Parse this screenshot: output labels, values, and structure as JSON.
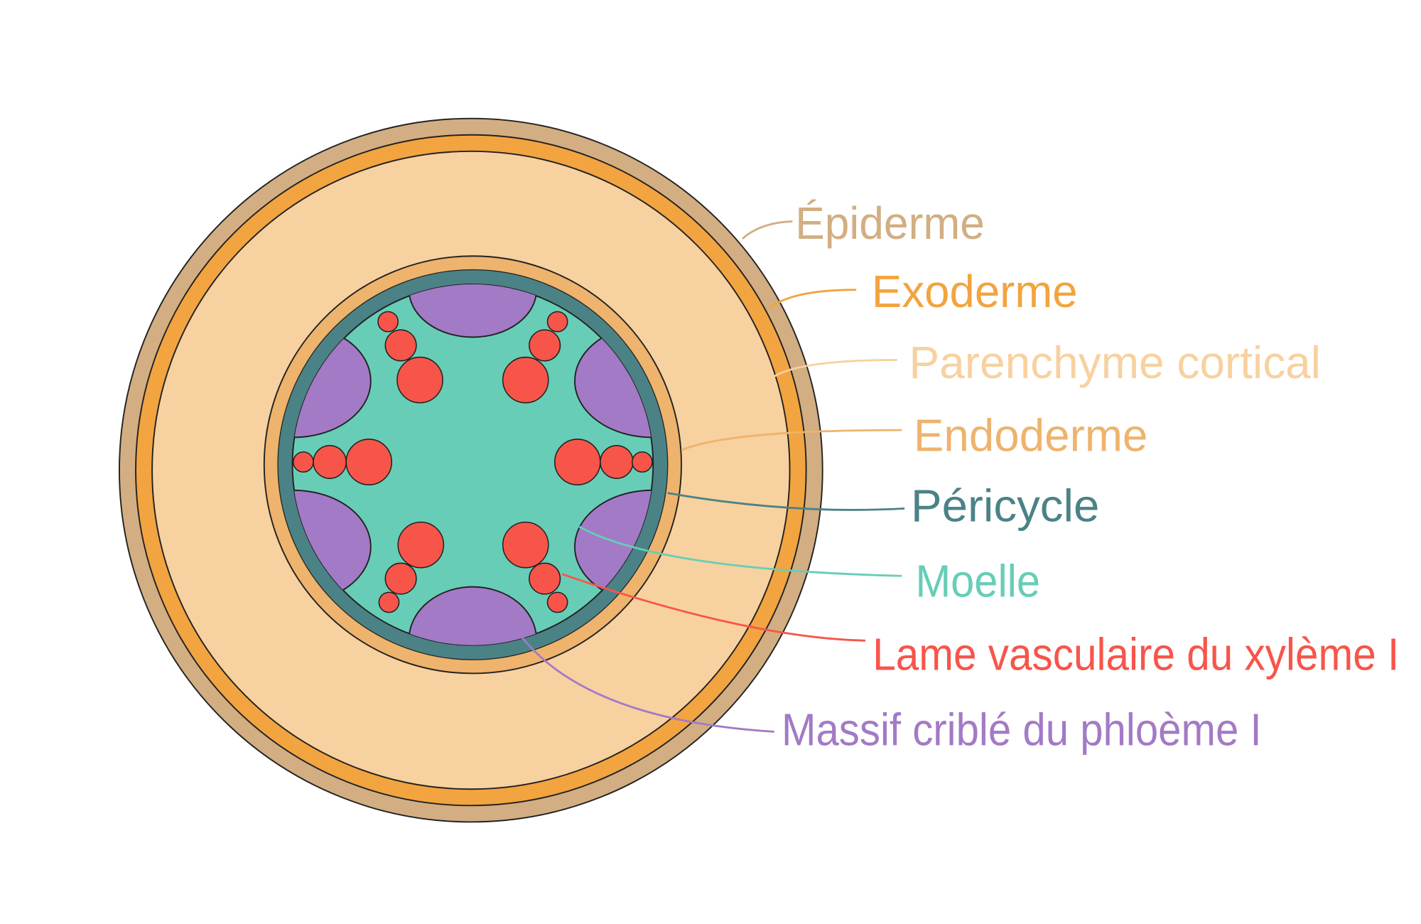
{
  "labels": {
    "epiderme": "Épiderme",
    "exoderme": "Exoderme",
    "parenchyme": "Parenchyme  cortical",
    "endoderme": "Endoderme",
    "pericycle": "Péricycle",
    "moelle": "Moelle",
    "xyleme": "Lame vasculaire du xylème I",
    "phloeme": "Massif criblé du phloème I"
  },
  "colors": {
    "epiderme": "#d2ae82",
    "exoderme": "#f2a440",
    "parenchyme": "#f7d19f",
    "endoderme": "#eeb36c",
    "pericycle": "#4b8286",
    "moelle": "#67cdb6",
    "xyleme": "#f7554a",
    "phloeme": "#a37ac6"
  }
}
